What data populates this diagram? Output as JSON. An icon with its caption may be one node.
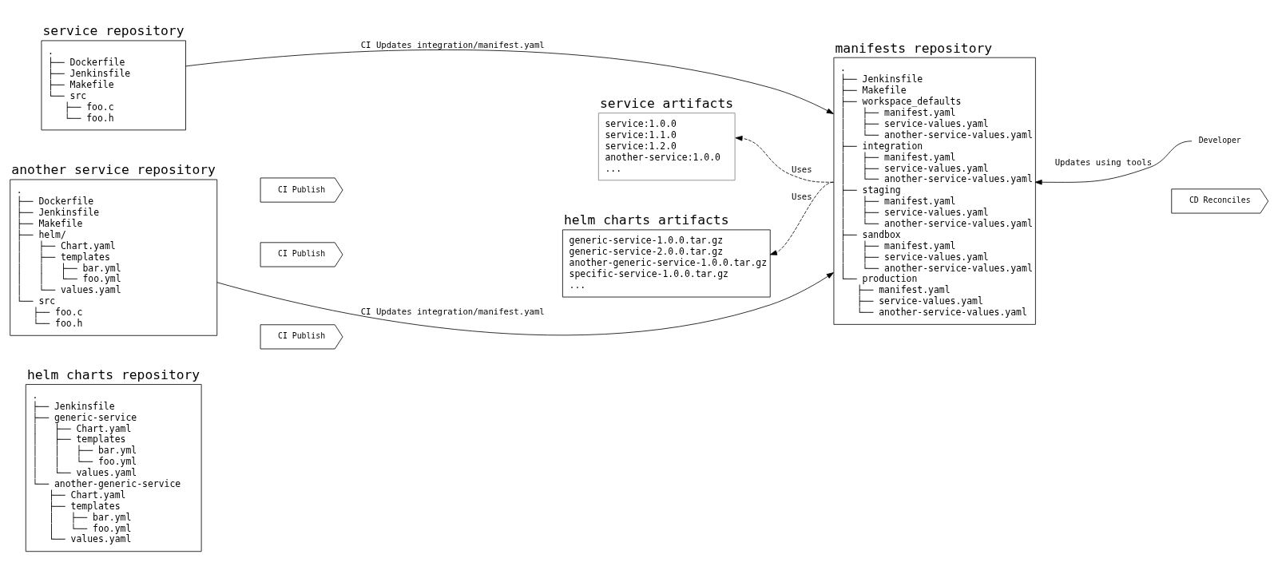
{
  "diagram": {
    "nodes": [
      {
        "text": [
          "service repository",
          ".",
          "├── Dockerfile",
          "├── Jenkinsfile",
          "├── Makefile",
          "└── src",
          "    ├── foo.c",
          "    └── foo.h"
        ]
      },
      {
        "text": [
          "another service repository",
          ".",
          "├── Dockerfile",
          "├── Jenkinsfile",
          "├── Makefile",
          "├── helm/",
          "│   ├── Chart.yaml",
          "│   ├── templates",
          "│   │   ├── bar.yml",
          "│   │   └── foo.yml",
          "│   └── values.yaml",
          "└── src",
          "    ├── foo.c",
          "    └── foo.h"
        ]
      },
      {
        "text": [
          "helm charts repository",
          ".",
          "├── Jenkinsfile",
          "├── generic-service",
          "│   ├── Chart.yaml",
          "│   ├── templates",
          "│   │   ├── bar.yml",
          "│   │   └── foo.yml",
          "│   └── values.yaml",
          "└── another-generic-service",
          "    ├── Chart.yaml",
          "    ├── templates",
          "    │   ├── bar.yml",
          "    │   └── foo.yml",
          "    └── values.yaml"
        ]
      },
      {
        "text": [
          "CI Publish"
        ]
      },
      {
        "text": [
          "service artifacts",
          "service:1.0.0",
          "service:1.1.0",
          "service:1.2.0",
          "another-service:1.0.0",
          "..."
        ]
      },
      {
        "text": [
          "CI Publish"
        ]
      },
      {
        "text": [
          "CI Publish"
        ]
      },
      {
        "text": [
          "helm charts artifacts",
          "generic-service-1.0.0.tar.gz",
          "generic-service-2.0.0.tar.gz",
          "another-generic-service-1.0.0.tar.gz",
          "specific-service-1.0.0.tar.gz",
          "..."
        ]
      },
      {
        "text": [
          "manifests repository",
          ".",
          "├── Jenkinsfile",
          "├── Makefile",
          "├── workspace_defaults",
          "│   ├── manifest.yaml",
          "│   ├── service-values.yaml",
          "│   └── another-service-values.yaml",
          "├── integration",
          "│   ├── manifest.yaml",
          "│   ├── service-values.yaml",
          "│   └── another-service-values.yaml",
          "├── staging",
          "│   ├── manifest.yaml",
          "│   ├── service-values.yaml",
          "│   └── another-service-values.yaml",
          "├── sandbox",
          "│   ├── manifest.yaml",
          "│   ├── service-values.yaml",
          "│   └── another-service-values.yaml",
          "└── production",
          "    ├── manifest.yaml",
          "    ├── service-values.yaml",
          "    └── another-service-values.yaml"
        ]
      },
      {
        "text": [
          "Developer"
        ]
      },
      {
        "text": [
          "CD Reconciles"
        ]
      }
    ],
    "edges": [
      {
        "from": 0,
        "to": 8,
        "arrow": "to",
        "label": "CI Updates integration/manifest.yaml"
      },
      {
        "from": 1,
        "to": 8,
        "arrow": "to",
        "label": "CI Updates integration/manifest.yaml"
      },
      {
        "from": 8,
        "to": 4,
        "arrow": "to",
        "label": "Uses",
        "style": "dashed"
      },
      {
        "from": 8,
        "to": 7,
        "arrow": "to",
        "label": "Uses",
        "style": "dashed"
      },
      {
        "from": 9,
        "to": 8,
        "arrow": "to",
        "label": "Updates using tools"
      }
    ]
  }
}
